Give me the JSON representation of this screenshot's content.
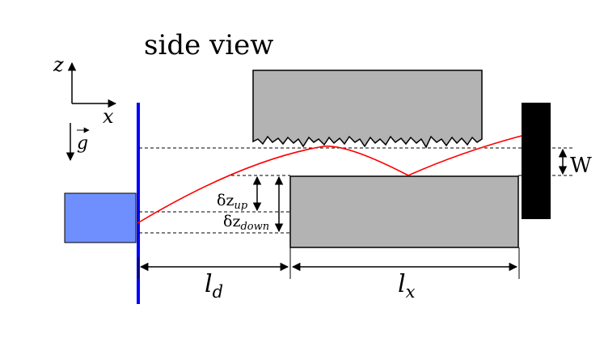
{
  "title": "side view",
  "axes": {
    "z_label": "z",
    "x_label": "x",
    "gravity_label": "g"
  },
  "labels": {
    "w": "W",
    "dz_up_main": "δz",
    "dz_up_sub": "up",
    "dz_down_main": "δz",
    "dz_down_sub": "down",
    "ld_main": "l",
    "ld_sub": "d",
    "lx_main": "l",
    "lx_sub": "x"
  },
  "colors": {
    "source": "#6f8fff",
    "wall": "#0000ff",
    "slab": "#b3b3b3",
    "detector": "#000000",
    "trajectory": "#ff0000"
  }
}
